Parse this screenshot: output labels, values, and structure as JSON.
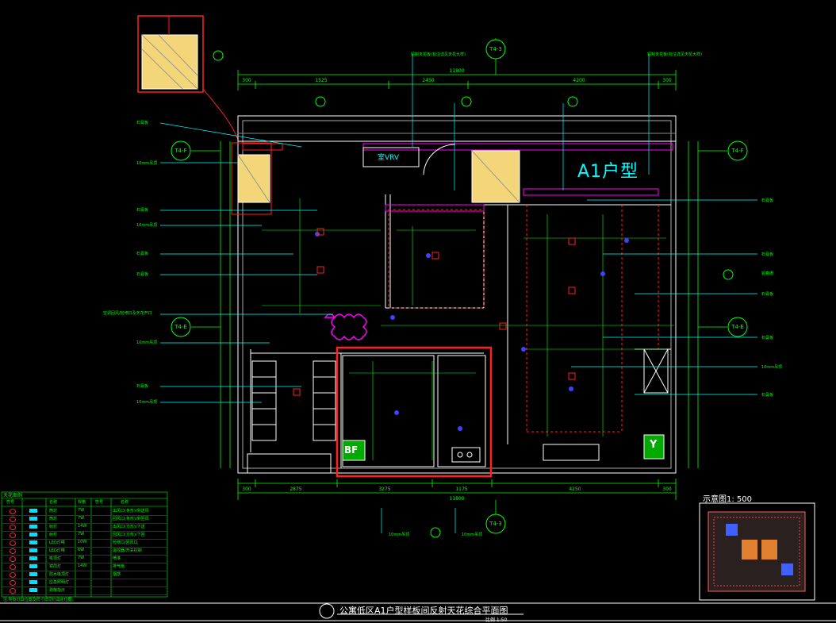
{
  "unit_label": "A1户型",
  "vrv_label": "室VRV",
  "unit_short": "A1",
  "unit_suffix": "户型",
  "title": "公寓低区A1户型样板间反射天花综合平面图",
  "scale": "比例 1:50",
  "keyplan_title": "示意图1: 500",
  "axis_labels": {
    "t3_top": "T4-3",
    "t3_bottom": "T4-3",
    "tf_left": "T4-F",
    "tf_right": "T4-F",
    "te_left": "T4-E",
    "te_right": "T4-E"
  },
  "dims_top": [
    "300",
    "1525",
    "2450",
    "4200",
    "300"
  ],
  "dim_top_total": "11800",
  "dims_bottom": [
    "300",
    "2875",
    "3275",
    "1175",
    "4250",
    "300"
  ],
  "dim_bottom_total": "11800",
  "left_callouts": [
    "石膏板",
    "10mm吊顶",
    "石膏板",
    "10mm吊顶",
    "石膏板",
    "石膏板",
    "空调回风/检修口及天花开口",
    "10mm吊顶",
    "石膏板",
    "10mm吊顶"
  ],
  "right_callouts": [
    "石膏板",
    "石膏板",
    "石膏板",
    "石膏板",
    "10mm吊顶",
    "石膏板",
    "铝格栅"
  ],
  "top_callouts": [
    "铝制天花板(标注详见天花大样)",
    "铝制天花板(标注详见天花大样)"
  ],
  "bottom_callouts": [
    "10mm吊顶",
    "10mm吊顶"
  ],
  "room_marks": {
    "bath": "BF",
    "entry": "Y"
  },
  "legend": {
    "title": "天花图例",
    "headers": [
      "符号",
      "名称",
      "规格",
      "符号",
      "名称"
    ],
    "rows": [
      [
        "筒灯",
        "7W",
        "出风口(条形)/侧送风"
      ],
      [
        "筒灯",
        "7W",
        "回风口(条形)/侧回风"
      ],
      [
        "射灯",
        "14W",
        "出风口(方形)/下送"
      ],
      [
        "射灯",
        "7W",
        "回风口(方形)/下回"
      ],
      [
        "LED灯带",
        "10W",
        "检修口/回风口"
      ],
      [
        "LED灯带",
        "6W",
        "温控器/开关控制"
      ],
      [
        "吸顶灯",
        "7W",
        "喷淋"
      ],
      [
        "镜前灯",
        "14W",
        "排气扇"
      ],
      [
        "防水吸顶灯",
        "",
        "烟感"
      ],
      [
        "应急照明灯",
        "",
        ""
      ],
      [
        "疏散指示",
        "",
        ""
      ]
    ],
    "note": "注:所有灯具位置及尺寸详见灯具定位图。"
  },
  "colors": {
    "background": "#000000",
    "walls": "#ffffff",
    "dims": "#00ff00",
    "leaders": "#00ffff",
    "hatch": "#ff00ff",
    "highlight": "#ff2020",
    "fixtures": "#ffff00",
    "devices": "#4040ff"
  }
}
